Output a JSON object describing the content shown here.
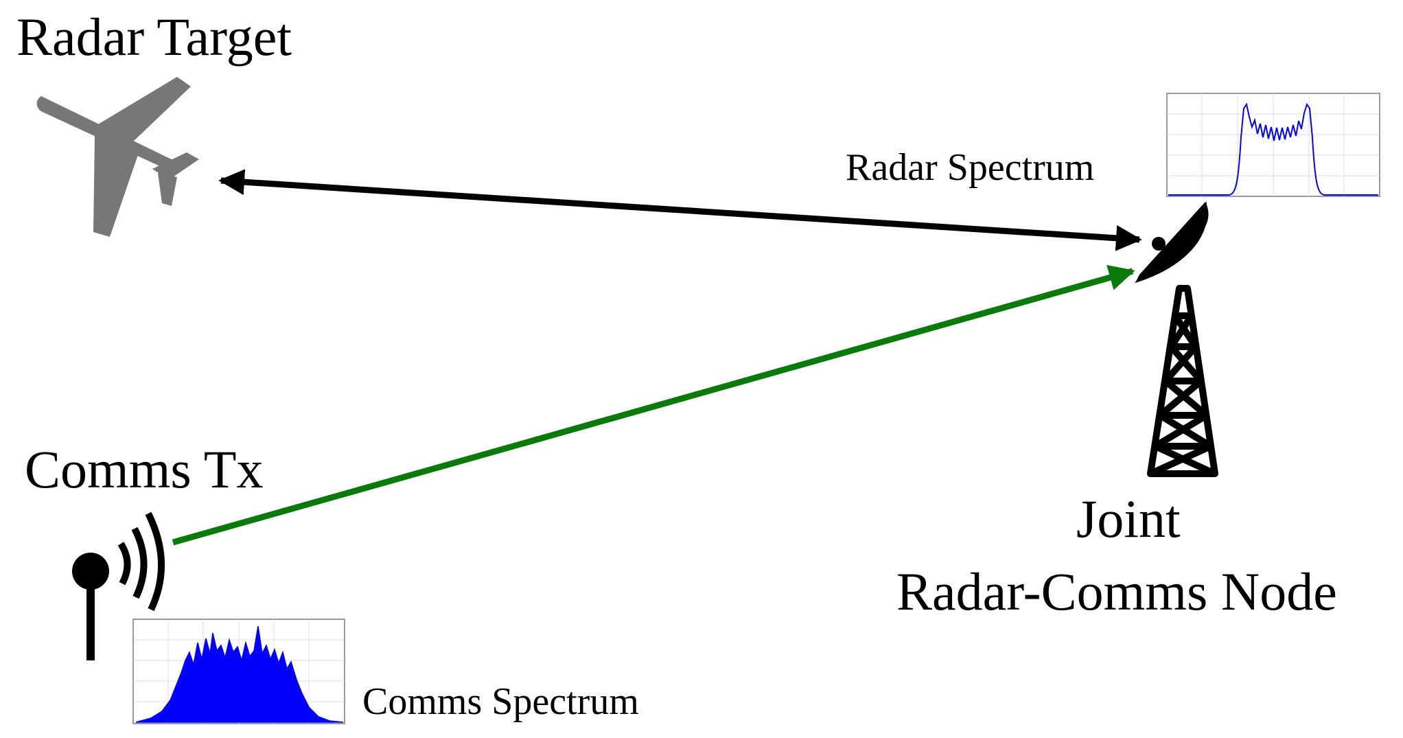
{
  "labels": {
    "radar_target": "Radar Target",
    "radar_spectrum": "Radar Spectrum",
    "comms_tx": "Comms Tx",
    "joint_line1": "Joint",
    "joint_line2": "Radar-Comms Node",
    "comms_spectrum": "Comms Spectrum"
  },
  "icons": {
    "target": "airplane-icon",
    "node": "radar-dish-tower-icon",
    "transmitter": "antenna-icon"
  },
  "links": [
    {
      "name": "radar-link",
      "type": "bidirectional",
      "color": "#000000"
    },
    {
      "name": "comms-link",
      "type": "unidirectional",
      "color": "#0a7a0a"
    }
  ],
  "colors": {
    "airplane": "#777777",
    "spectrum_trace": "#0000ff",
    "text": "#000000"
  }
}
